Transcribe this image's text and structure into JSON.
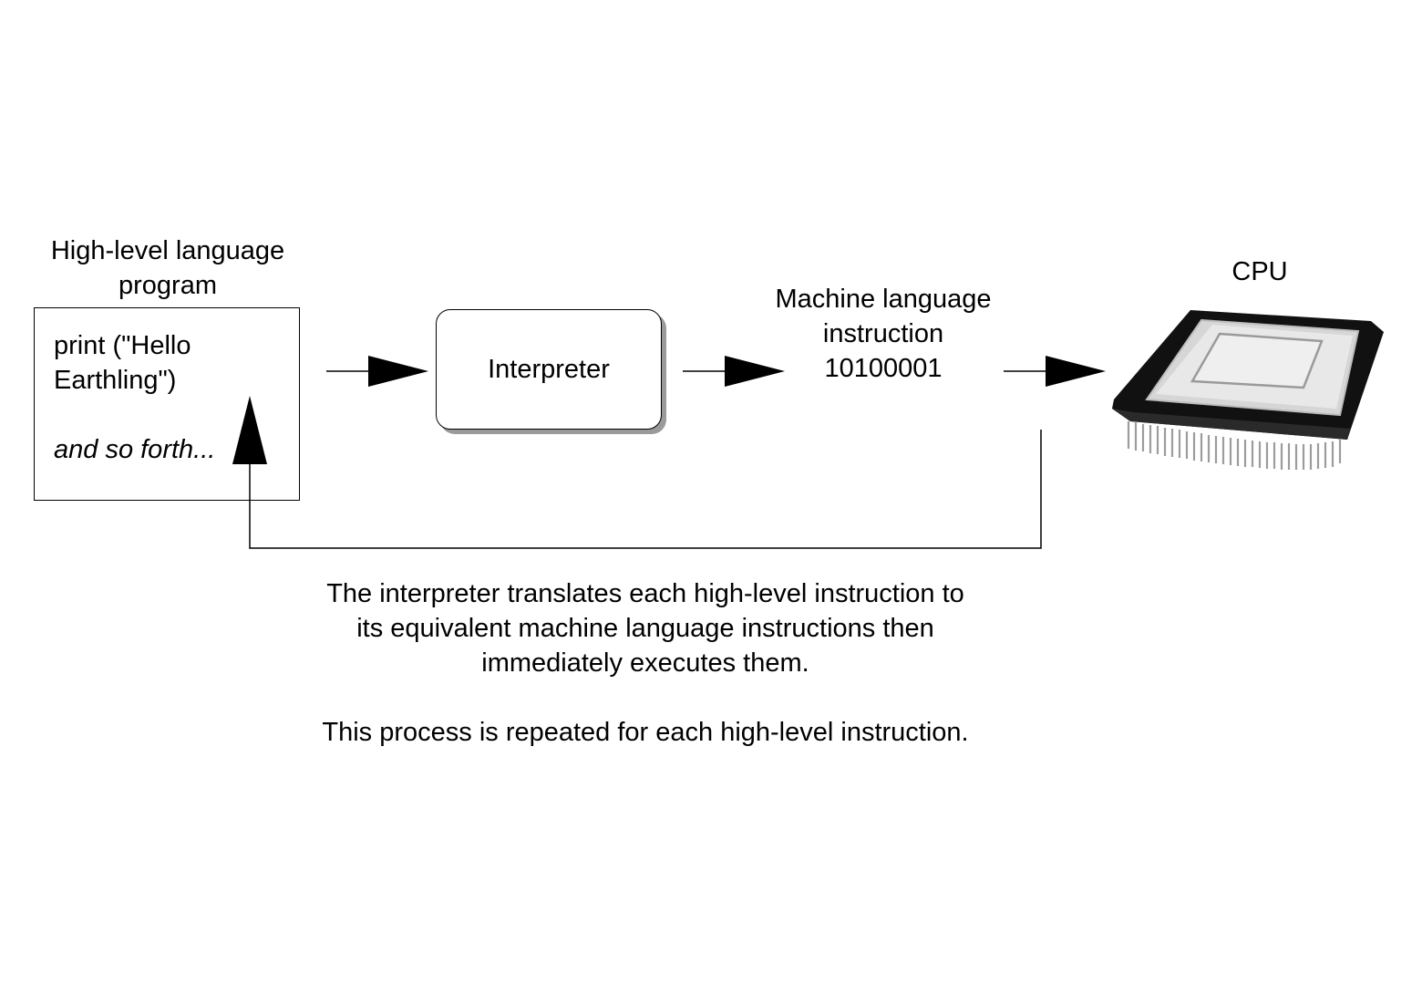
{
  "program": {
    "title_line1": "High-level language",
    "title_line2": "program",
    "code_line1": "print (\"Hello",
    "code_line2": "Earthling\")",
    "more": "and so forth..."
  },
  "interpreter": {
    "label": "Interpreter"
  },
  "machine": {
    "title_line1": "Machine language",
    "title_line2": "instruction",
    "code": "10100001"
  },
  "cpu": {
    "label": "CPU",
    "icon": "cpu-chip-icon"
  },
  "caption": {
    "line1": "The interpreter translates each high-level instruction to",
    "line2": "its equivalent machine language instructions then",
    "line3": "immediately executes them.",
    "line4": "This process is repeated for each high-level instruction."
  },
  "colors": {
    "stroke": "#000000",
    "shadow": "#9a9a9a",
    "chip_body": "#111111",
    "chip_die": "#d8d8d8"
  }
}
